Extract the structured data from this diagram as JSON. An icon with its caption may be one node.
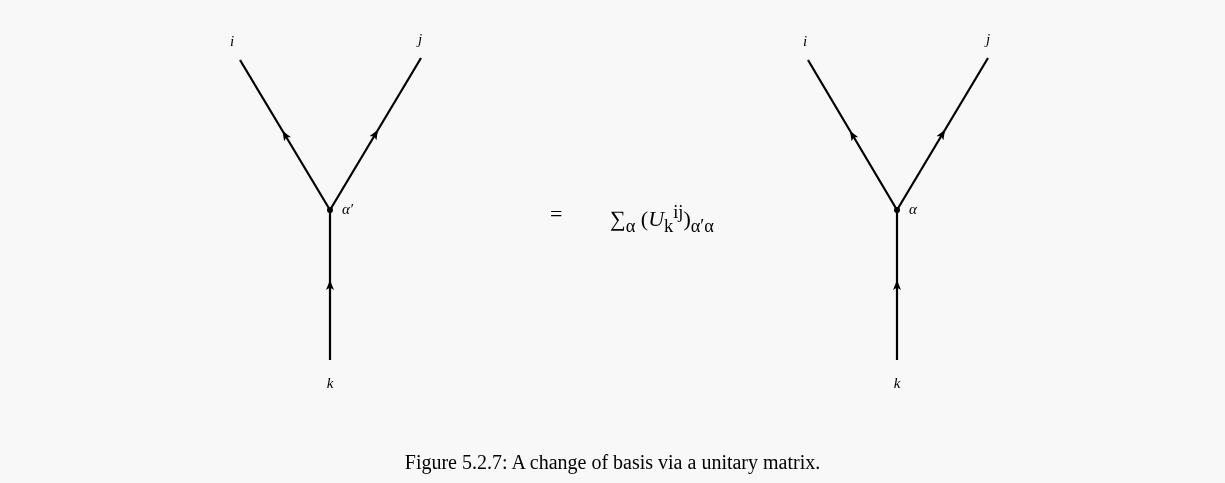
{
  "diagram": {
    "caption": "Figure 5.2.7: A change of basis via a unitary matrix.",
    "nodes": [
      {
        "text": [
          "i"
        ]
      },
      {
        "text": [
          "j"
        ]
      },
      {
        "text": [],
        "shape": "dot",
        "beside": [
          "α′"
        ]
      },
      {
        "text": [
          "k"
        ]
      },
      {
        "text": [
          "i"
        ]
      },
      {
        "text": [
          "j"
        ]
      },
      {
        "text": [],
        "shape": "dot",
        "beside": [
          "α"
        ]
      },
      {
        "text": [
          "k"
        ]
      }
    ],
    "edges": [
      {
        "from": 3,
        "to": 2,
        "arrow": "to"
      },
      {
        "from": 2,
        "to": 0,
        "arrow": "to"
      },
      {
        "from": 2,
        "to": 1,
        "arrow": "to"
      },
      {
        "from": 7,
        "to": 6,
        "arrow": "to"
      },
      {
        "from": 6,
        "to": 4,
        "arrow": "to"
      },
      {
        "from": 6,
        "to": 5,
        "arrow": "to"
      }
    ],
    "labels": [
      "=",
      "∑$_{α}$ (*U*$_{k}$$^{ij}$)$_{α′α}$"
    ]
  }
}
